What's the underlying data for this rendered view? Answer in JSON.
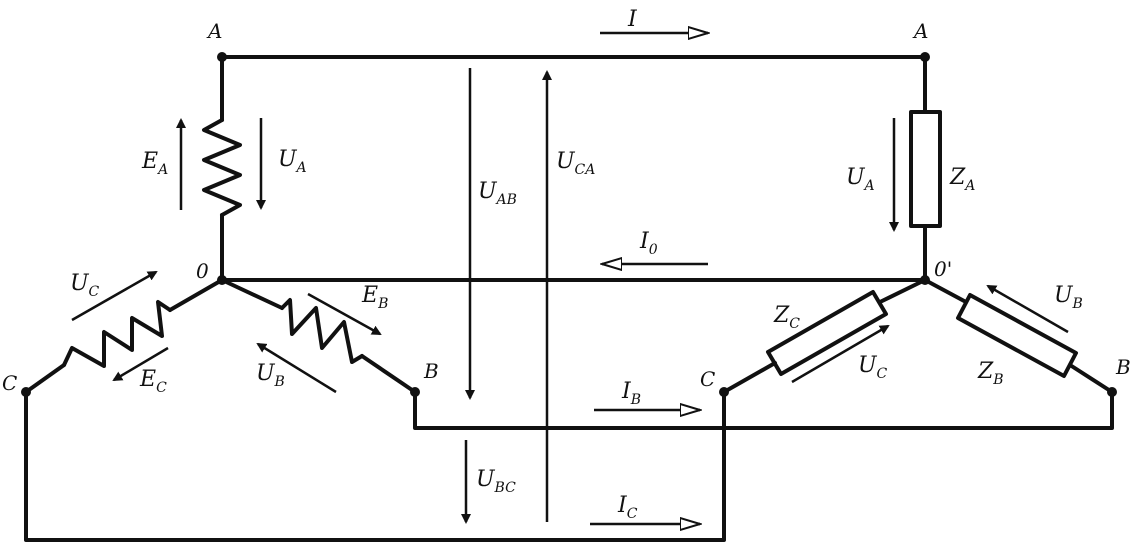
{
  "nodes": {
    "A_src": "A",
    "A_load": "A",
    "O_src": "0",
    "O_load": "0'",
    "B_src": "B",
    "B_load": "B",
    "C_src": "C",
    "C_load": "C"
  },
  "labels": {
    "EA": {
      "main": "E",
      "sub": "A"
    },
    "UA_src": {
      "main": "U",
      "sub": "A"
    },
    "UC_src": {
      "main": "U",
      "sub": "C"
    },
    "EC": {
      "main": "E",
      "sub": "C"
    },
    "EB": {
      "main": "E",
      "sub": "B"
    },
    "UB_src": {
      "main": "U",
      "sub": "B"
    },
    "UAB": {
      "main": "U",
      "sub": "AB"
    },
    "UCA": {
      "main": "U",
      "sub": "CA"
    },
    "UBC": {
      "main": "U",
      "sub": "BC"
    },
    "I_A": {
      "main": "I",
      "sub": ""
    },
    "I0": {
      "main": "I",
      "sub": "0"
    },
    "IB": {
      "main": "I",
      "sub": "B"
    },
    "IC": {
      "main": "I",
      "sub": "C"
    },
    "UA_load": {
      "main": "U",
      "sub": "A"
    },
    "ZA": {
      "main": "Z",
      "sub": "A"
    },
    "ZC": {
      "main": "Z",
      "sub": "C"
    },
    "UC_load": {
      "main": "U",
      "sub": "C"
    },
    "ZB": {
      "main": "Z",
      "sub": "B"
    },
    "UB_load": {
      "main": "U",
      "sub": "B"
    }
  }
}
